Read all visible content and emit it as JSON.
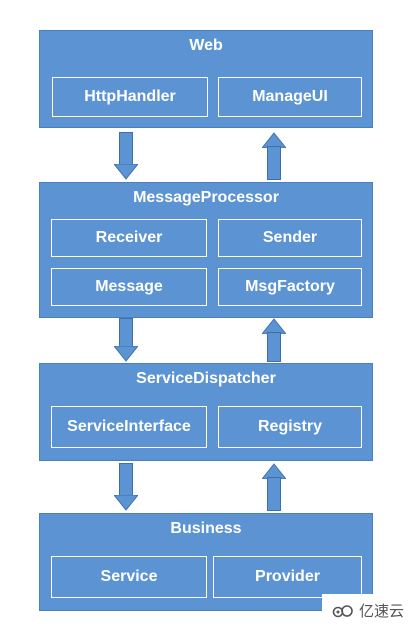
{
  "layers": [
    {
      "title": "Web",
      "modules": [
        "HttpHandler",
        "ManageUI"
      ]
    },
    {
      "title": "MessageProcessor",
      "modules": [
        "Receiver",
        "Sender",
        "Message",
        "MsgFactory"
      ]
    },
    {
      "title": "ServiceDispatcher",
      "modules": [
        "ServiceInterface",
        "Registry"
      ]
    },
    {
      "title": "Business",
      "modules": [
        "Service",
        "Provider"
      ]
    }
  ],
  "watermark": {
    "text": "亿速云"
  },
  "colors": {
    "box": "#5b93d3",
    "border": "#ffffff"
  }
}
